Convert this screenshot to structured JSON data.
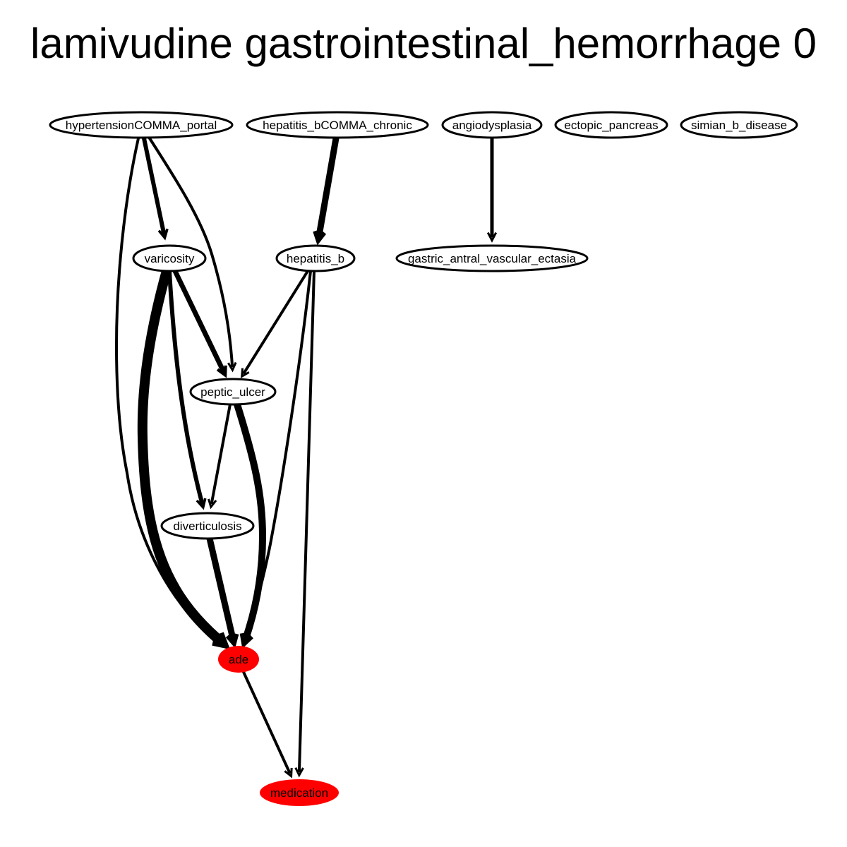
{
  "title": "lamivudine gastrointestinal_hemorrhage 0",
  "colors": {
    "highlight": "#ff0000",
    "default_fill": "#ffffff",
    "stroke": "#000000"
  },
  "nodes": [
    {
      "id": "hypertensionCOMMA_portal",
      "label": "hypertensionCOMMA_portal",
      "highlighted": false
    },
    {
      "id": "hepatitis_bCOMMA_chronic",
      "label": "hepatitis_bCOMMA_chronic",
      "highlighted": false
    },
    {
      "id": "angiodysplasia",
      "label": "angiodysplasia",
      "highlighted": false
    },
    {
      "id": "ectopic_pancreas",
      "label": "ectopic_pancreas",
      "highlighted": false
    },
    {
      "id": "simian_b_disease",
      "label": "simian_b_disease",
      "highlighted": false
    },
    {
      "id": "varicosity",
      "label": "varicosity",
      "highlighted": false
    },
    {
      "id": "hepatitis_b",
      "label": "hepatitis_b",
      "highlighted": false
    },
    {
      "id": "gastric_antral_vascular_ectasia",
      "label": "gastric_antral_vascular_ectasia",
      "highlighted": false
    },
    {
      "id": "peptic_ulcer",
      "label": "peptic_ulcer",
      "highlighted": false
    },
    {
      "id": "diverticulosis",
      "label": "diverticulosis",
      "highlighted": false
    },
    {
      "id": "ade",
      "label": "ade",
      "highlighted": true
    },
    {
      "id": "medication",
      "label": "medication",
      "highlighted": true
    }
  ],
  "edges": [
    {
      "from": "hypertensionCOMMA_portal",
      "to": "varicosity",
      "weight": 6
    },
    {
      "from": "hypertensionCOMMA_portal",
      "to": "peptic_ulcer",
      "weight": 4
    },
    {
      "from": "hypertensionCOMMA_portal",
      "to": "ade",
      "weight": 4
    },
    {
      "from": "hepatitis_bCOMMA_chronic",
      "to": "hepatitis_b",
      "weight": 9
    },
    {
      "from": "angiodysplasia",
      "to": "gastric_antral_vascular_ectasia",
      "weight": 5
    },
    {
      "from": "varicosity",
      "to": "peptic_ulcer",
      "weight": 7
    },
    {
      "from": "varicosity",
      "to": "diverticulosis",
      "weight": 6
    },
    {
      "from": "varicosity",
      "to": "ade",
      "weight": 14
    },
    {
      "from": "hepatitis_b",
      "to": "peptic_ulcer",
      "weight": 4
    },
    {
      "from": "hepatitis_b",
      "to": "ade",
      "weight": 4
    },
    {
      "from": "hepatitis_b",
      "to": "medication",
      "weight": 4
    },
    {
      "from": "peptic_ulcer",
      "to": "diverticulosis",
      "weight": 4
    },
    {
      "from": "peptic_ulcer",
      "to": "ade",
      "weight": 10
    },
    {
      "from": "diverticulosis",
      "to": "ade",
      "weight": 9
    },
    {
      "from": "ade",
      "to": "medication",
      "weight": 4
    }
  ]
}
